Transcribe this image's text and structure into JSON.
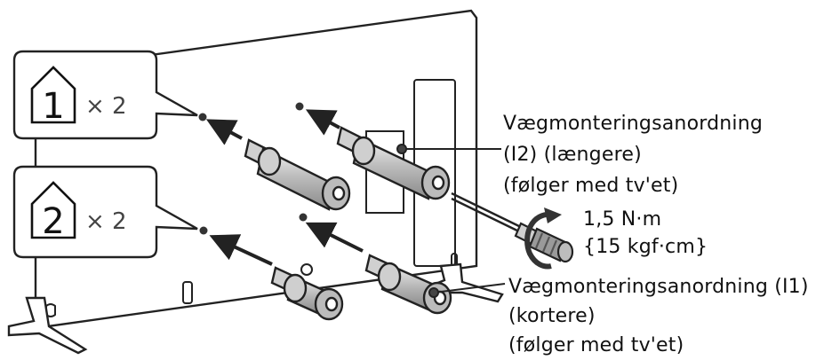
{
  "callouts": [
    {
      "number": "1",
      "quantity": "× 2"
    },
    {
      "number": "2",
      "quantity": "× 2"
    }
  ],
  "labels": {
    "upper_part": {
      "line1": "Vægmonteringsanordning",
      "line2": "(I2) (længere)",
      "line3": "(følger med tv'et)"
    },
    "torque": {
      "line1": "1,5 N·m",
      "line2": "{15 kgf·cm}"
    },
    "lower_part": {
      "line1": "Vægmonteringsanordning (I1)",
      "line2": "(kortere)",
      "line3": "(følger med tv'et)"
    }
  }
}
